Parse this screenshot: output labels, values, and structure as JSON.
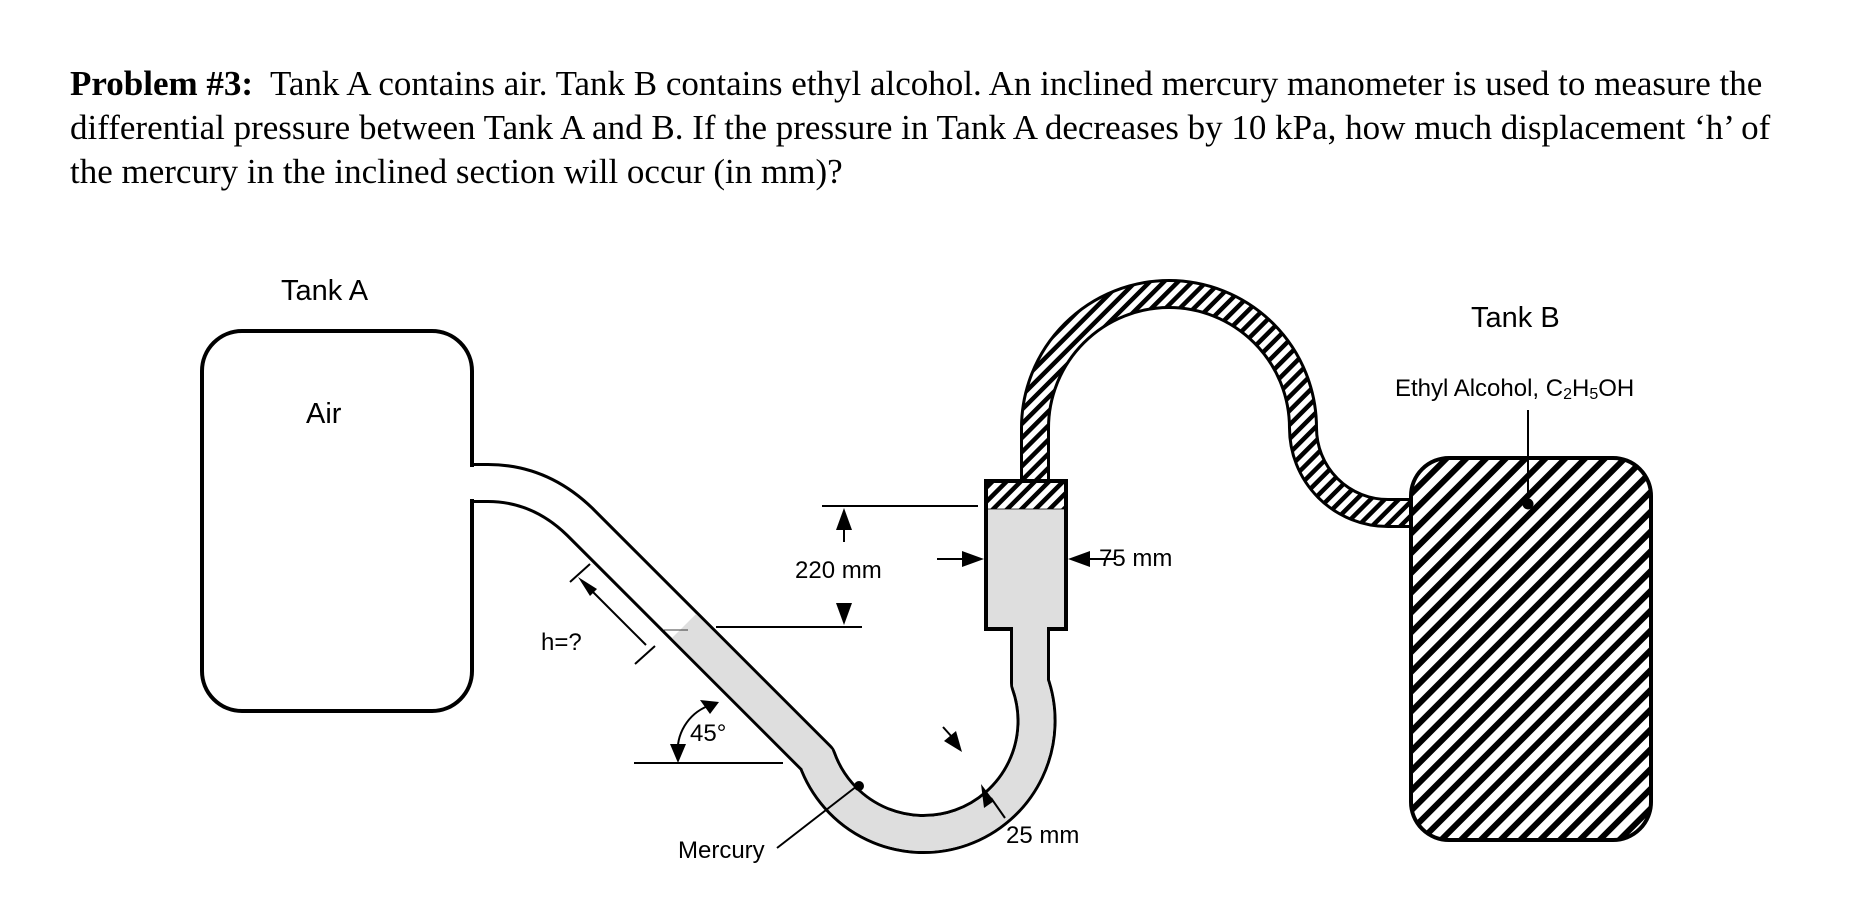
{
  "problem": {
    "label": "Problem #3:",
    "text": "Tank A contains air.  Tank B contains ethyl alcohol.  An inclined mercury manometer is used to measure the differential pressure between Tank A and B.  If the pressure in Tank A decreases by 10 kPa, how much displacement ‘h’ of the mercury in the inclined section will occur (in mm)?"
  },
  "diagram": {
    "tank_a_title": "Tank A",
    "tank_a_content": "Air",
    "tank_b_title": "Tank B",
    "tank_b_content_main": "Ethyl Alcohol, C",
    "tank_b_sub_2": "2",
    "tank_b_H": "H",
    "tank_b_sub_5": "5",
    "tank_b_OH": "OH",
    "dim_height": "220  mm",
    "dim_reservoir_width": "75 mm",
    "dim_tube_diameter": "25 mm",
    "displacement_label": "h=?",
    "angle_label": "45°",
    "mercury_label": "Mercury"
  },
  "colors": {
    "mercury_fill": "#dedede",
    "line": "#000000",
    "background": "#ffffff"
  }
}
